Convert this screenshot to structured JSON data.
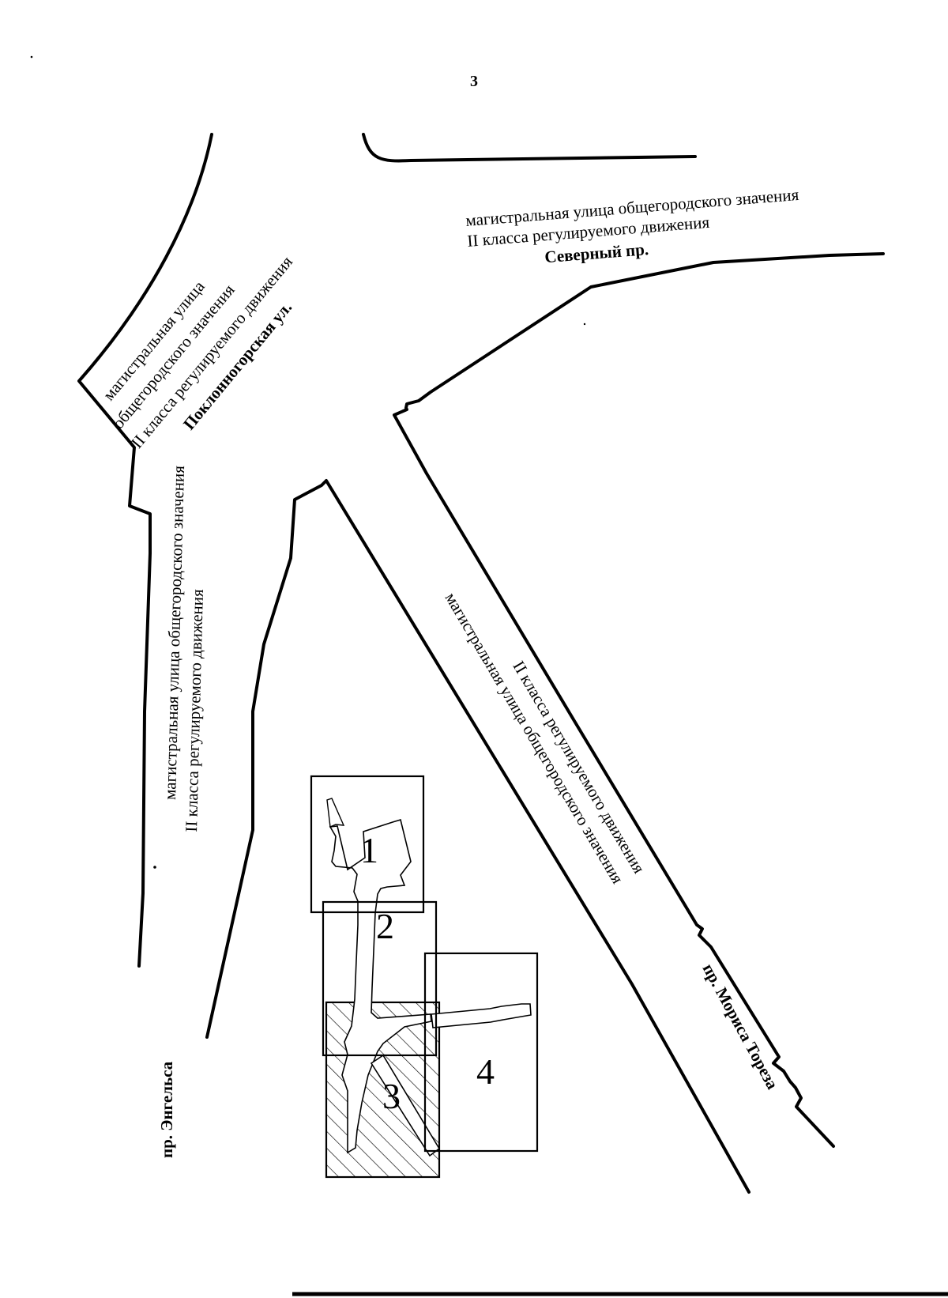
{
  "page": {
    "number": "3"
  },
  "streets": {
    "severny": {
      "line1": "магистральная  улица общегородского значения",
      "line2": "II класса регулируемого движения",
      "name": "Северный пр."
    },
    "poklonnogorskaya": {
      "line1": "магистральная  улица",
      "line2": "общегородского значения",
      "line3": "II класса регулируемого движения",
      "name": "Поклонногорская ул."
    },
    "engelsa": {
      "line1": "магистральная  улица общегородского значения",
      "line2": "II класса регулируемого движения",
      "name": "пр. Энгельса"
    },
    "toreza": {
      "line1": "магистральная  улица общегородского значения",
      "line2": "II класса регулируемого движения",
      "name": "пр. Мориса Тореза"
    }
  },
  "zones": [
    {
      "label": "1",
      "hatched": false
    },
    {
      "label": "2",
      "hatched": false
    },
    {
      "label": "3",
      "hatched": true
    },
    {
      "label": "4",
      "hatched": false
    }
  ]
}
